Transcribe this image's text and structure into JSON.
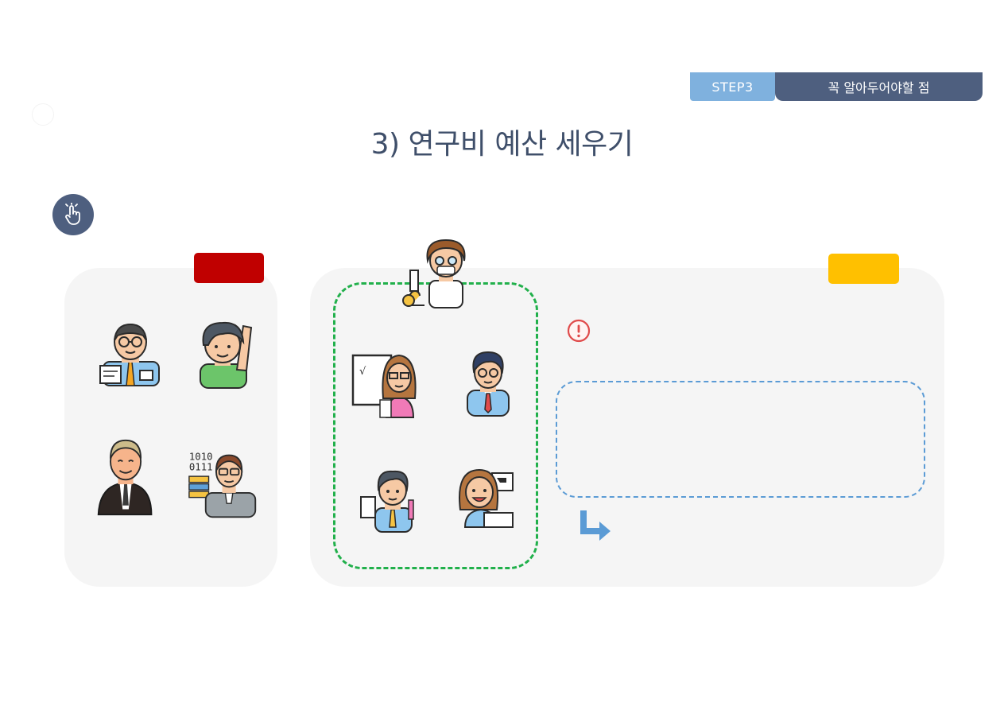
{
  "header": {
    "step_label": "STEP3",
    "step_title": "꼭 알아두어야할 점"
  },
  "page": {
    "title": "3) 연구비 예산 세우기"
  },
  "colors": {
    "navy": "#4e5f7f",
    "light_blue": "#7fb1de",
    "red_tag": "#c00000",
    "yellow_tag": "#ffc000",
    "green_dash": "#21b04b",
    "blue_dash": "#5b9bd5",
    "alert_red": "#e04b4b"
  },
  "icons": {
    "hand": "pointer-hand-icon",
    "alert": "exclamation-circle-icon",
    "arrow": "turn-right-arrow-icon"
  }
}
